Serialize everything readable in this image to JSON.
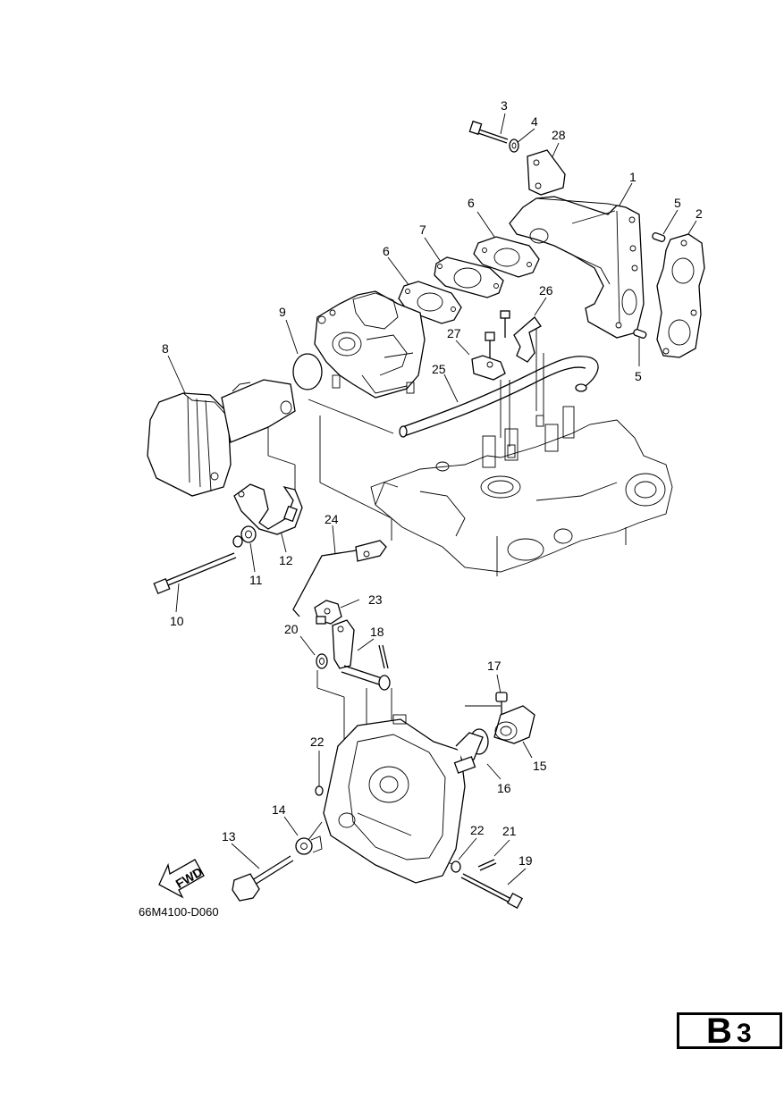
{
  "diagram": {
    "callouts": [
      {
        "id": "c1",
        "text": "1"
      },
      {
        "id": "c2",
        "text": "2"
      },
      {
        "id": "c3",
        "text": "3"
      },
      {
        "id": "c4",
        "text": "4"
      },
      {
        "id": "c5a",
        "text": "5"
      },
      {
        "id": "c5b",
        "text": "5"
      },
      {
        "id": "c6a",
        "text": "6"
      },
      {
        "id": "c6b",
        "text": "6"
      },
      {
        "id": "c7",
        "text": "7"
      },
      {
        "id": "c8",
        "text": "8"
      },
      {
        "id": "c9",
        "text": "9"
      },
      {
        "id": "c10",
        "text": "10"
      },
      {
        "id": "c11",
        "text": "11"
      },
      {
        "id": "c12",
        "text": "12"
      },
      {
        "id": "c13",
        "text": "13"
      },
      {
        "id": "c14",
        "text": "14"
      },
      {
        "id": "c15",
        "text": "15"
      },
      {
        "id": "c16",
        "text": "16"
      },
      {
        "id": "c17",
        "text": "17"
      },
      {
        "id": "c18",
        "text": "18"
      },
      {
        "id": "c19",
        "text": "19"
      },
      {
        "id": "c20",
        "text": "20"
      },
      {
        "id": "c21",
        "text": "21"
      },
      {
        "id": "c22a",
        "text": "22"
      },
      {
        "id": "c22b",
        "text": "22"
      },
      {
        "id": "c23",
        "text": "23"
      },
      {
        "id": "c24",
        "text": "24"
      },
      {
        "id": "c25",
        "text": "25"
      },
      {
        "id": "c26",
        "text": "26"
      },
      {
        "id": "c27",
        "text": "27"
      },
      {
        "id": "c28",
        "text": "28"
      }
    ],
    "drawing_code": "66M4100-D060",
    "fwd_arrow_label": "FWD"
  },
  "page_badge": {
    "letter": "B",
    "number": "3"
  }
}
